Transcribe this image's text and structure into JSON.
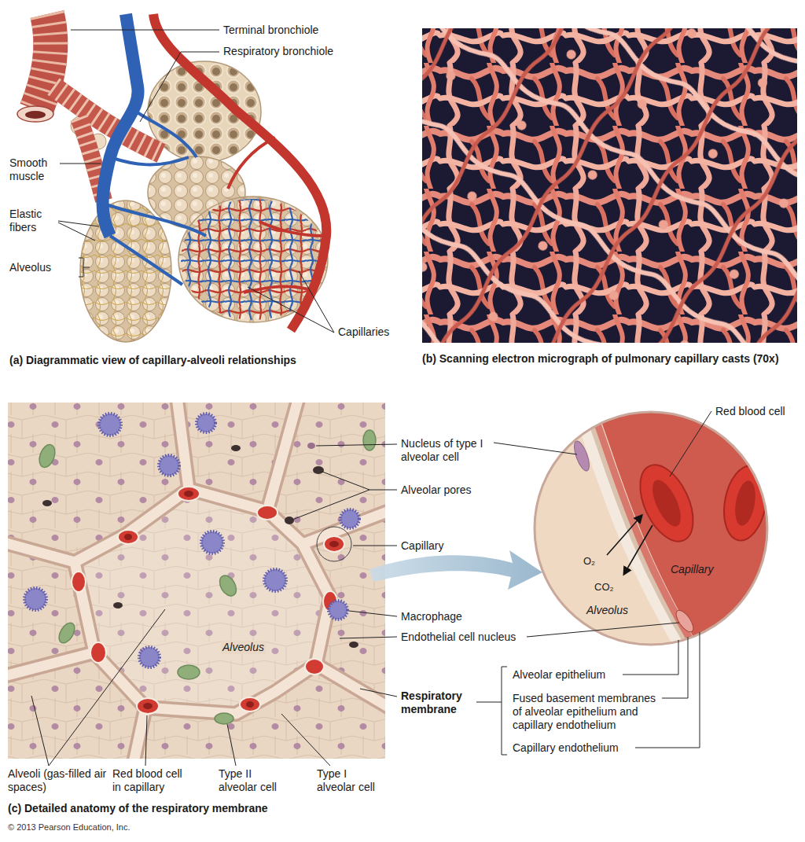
{
  "diagram": {
    "labels": [
      "Terminal bronchiole",
      "Respiratory bronchiole",
      "Smooth muscle",
      "Elastic fibers",
      "Alveolus",
      "Capillaries",
      "(a) Diagrammatic view of capillary-alveoli relationships",
      "(b) Scanning electron micrograph of pulmonary capillary casts (70x)",
      "Nucleus of type I alveolar cell",
      "Alveolar pores",
      "Capillary",
      "Macrophage",
      "Endothelial cell nucleus",
      "Respiratory membrane",
      "Alveoli (gas-filled air spaces)",
      "Red blood cell in capillary",
      "Type II alveolar cell",
      "Type I alveolar cell",
      "Alveolus",
      "(c) Detailed anatomy of the respiratory membrane",
      "© 2013 Pearson Education, Inc.",
      "Red blood cell",
      "O₂",
      "CO₂",
      "Capillary",
      "Alveolus",
      "Alveolar epithelium",
      "Fused basement membranes of alveolar epithelium and capillary endothelium",
      "Capillary endothelium"
    ]
  }
}
